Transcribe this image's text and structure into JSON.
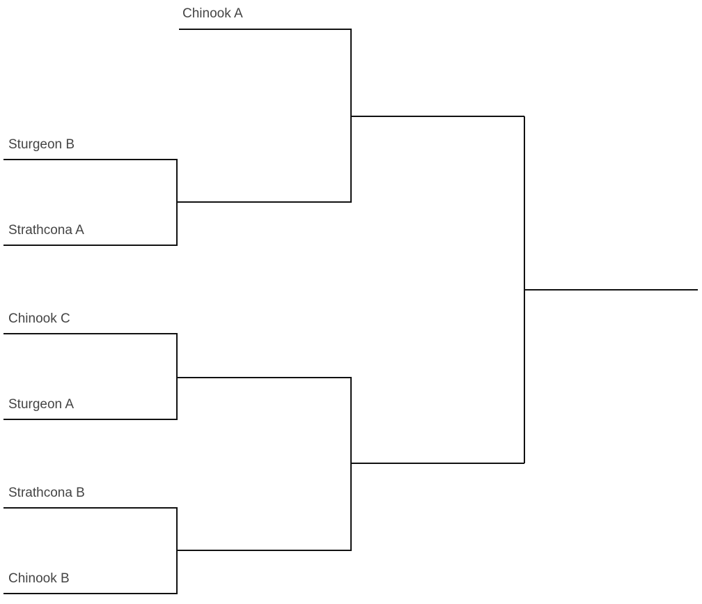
{
  "bracket": {
    "round1": [
      "Sturgeon B",
      "Strathcona A",
      "Chinook C",
      "Sturgeon A",
      "Strathcona B",
      "Chinook B"
    ],
    "bye": "Chinook A"
  },
  "colors": {
    "line": "#111111",
    "text": "#444444"
  }
}
